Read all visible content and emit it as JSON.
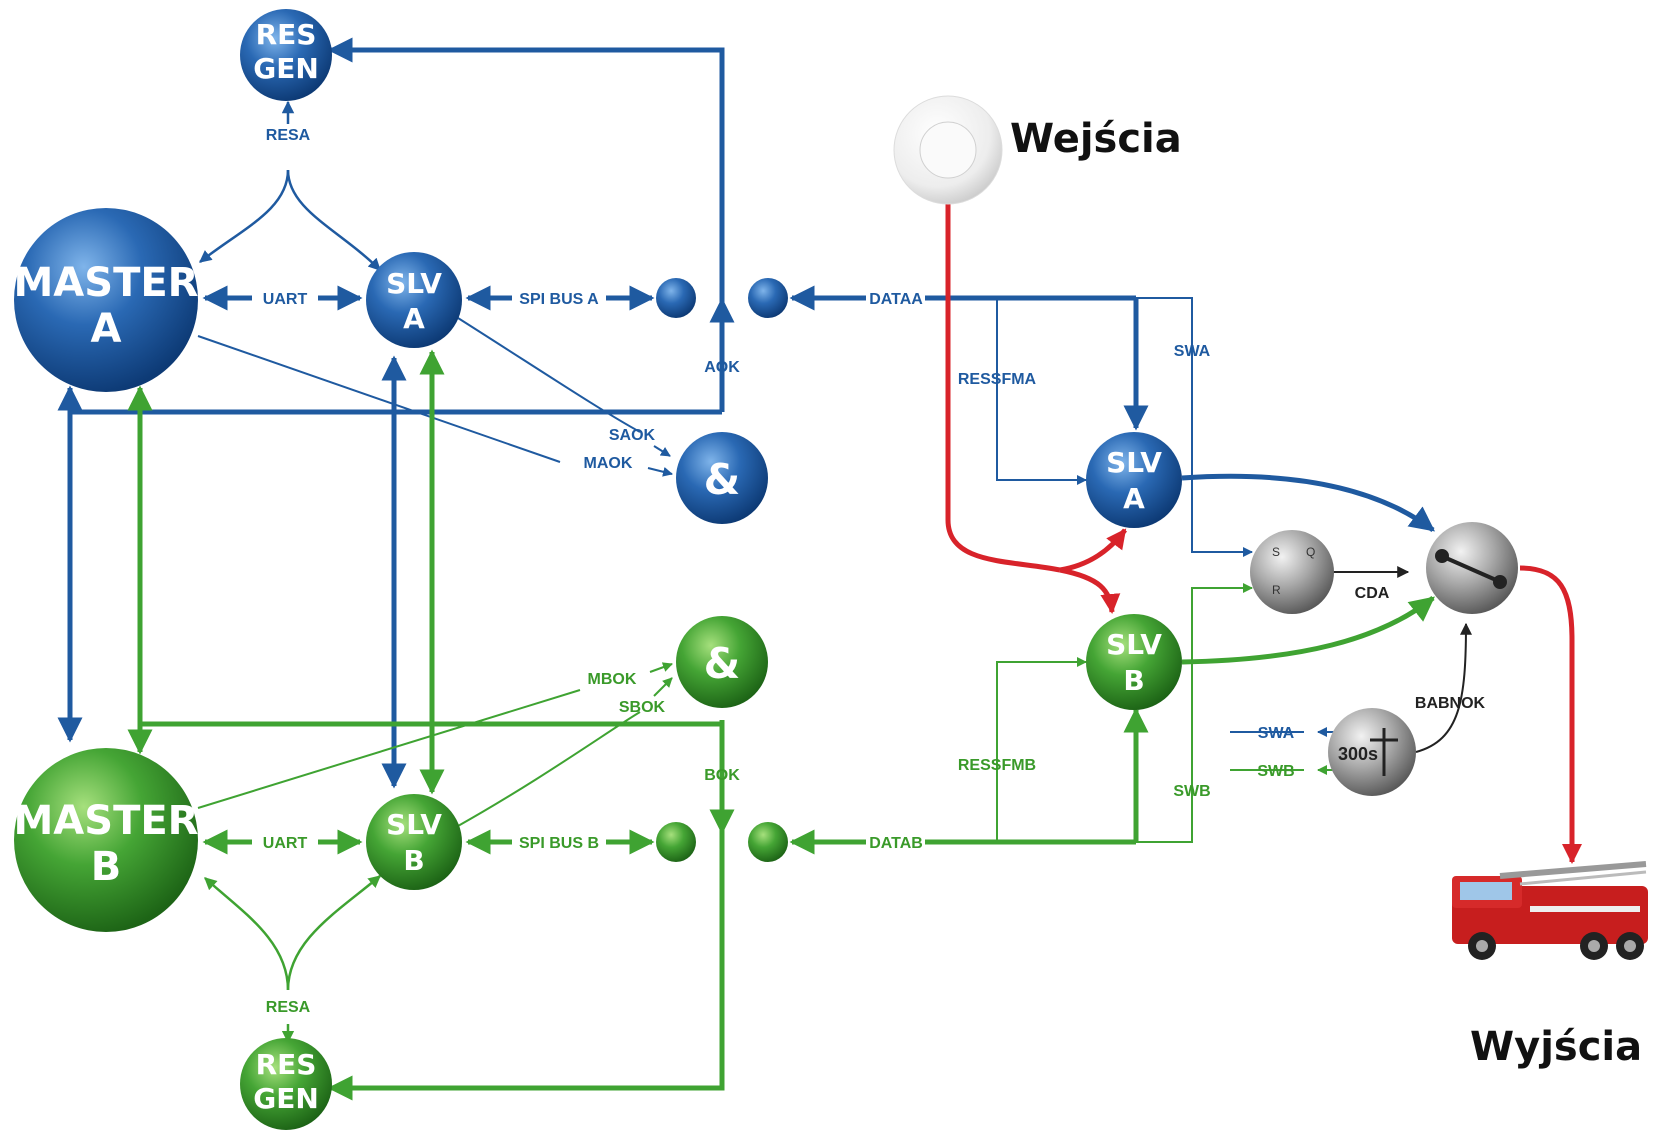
{
  "colors": {
    "blue": "#1f5aa0",
    "green": "#3fa332",
    "red": "#d8232a",
    "gray": "#8a8a8a"
  },
  "nodes": {
    "resgen_a": {
      "line1": "RES",
      "line2": "GEN"
    },
    "master_a": {
      "line1": "MASTER",
      "line2": "A"
    },
    "slv_a_left": {
      "line1": "SLV",
      "line2": "A"
    },
    "and_a": {
      "symbol": "&"
    },
    "slv_a_right": {
      "line1": "SLV",
      "line2": "A"
    },
    "resgen_b": {
      "line1": "RES",
      "line2": "GEN"
    },
    "master_b": {
      "line1": "MASTER",
      "line2": "B"
    },
    "slv_b_left": {
      "line1": "SLV",
      "line2": "B"
    },
    "and_b": {
      "symbol": "&"
    },
    "slv_b_right": {
      "line1": "SLV",
      "line2": "B"
    },
    "timer": {
      "label": "300s"
    },
    "sr_latch": {
      "s": "S",
      "q": "Q",
      "r": "R"
    }
  },
  "labels": {
    "resa_top": "RESA",
    "uart_a": "UART",
    "spi_bus_a": "SPI BUS A",
    "dataa": "DATAA",
    "aok": "AOK",
    "saok": "SAOK",
    "maok": "MAOK",
    "ressfma": "RESSFMA",
    "swa_top": "SWA",
    "cda": "CDA",
    "babnok": "BABNOK",
    "swa_timer": "SWA",
    "swb_timer": "SWB",
    "mbok": "MBOK",
    "sbok": "SBOK",
    "bok": "BOK",
    "ressfmb": "RESSFMB",
    "swb_bottom": "SWB",
    "uart_b": "UART",
    "spi_bus_b": "SPI BUS B",
    "datab": "DATAB",
    "resa_bottom": "RESA"
  },
  "io": {
    "inputs": "Wejścia",
    "outputs": "Wyjścia"
  }
}
